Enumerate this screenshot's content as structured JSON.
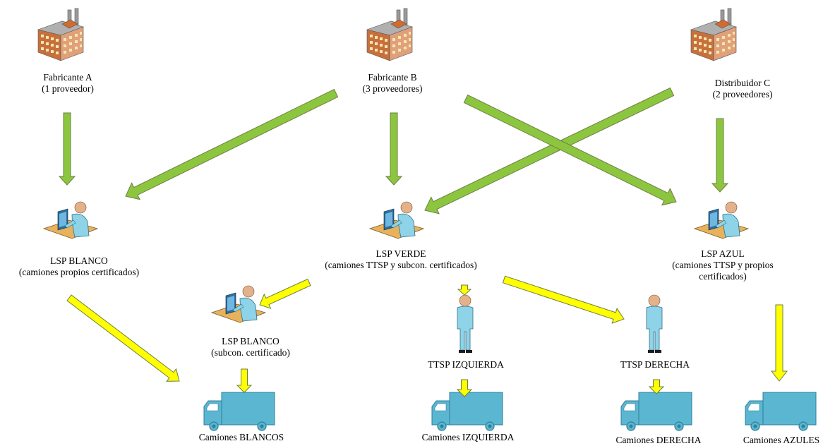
{
  "nodes": {
    "fab_a": {
      "name": "Fabricante A",
      "sub": "(1 proveedor)"
    },
    "fab_b": {
      "name": "Fabricante B",
      "sub": "(3 proveedores)"
    },
    "dist_c": {
      "name": "Distribuidor C",
      "sub": "(2 proveedores)"
    },
    "lsp_blanco": {
      "name": "LSP BLANCO",
      "sub": "(camiones propios certificados)"
    },
    "lsp_verde": {
      "name": "LSP VERDE",
      "sub": "(camiones TTSP y subcon. certificados)"
    },
    "lsp_azul": {
      "name": "LSP AZUL",
      "sub1": "(camiones TTSP y propios",
      "sub2": "certificados)"
    },
    "lsp_blanco_sub": {
      "name": "LSP BLANCO",
      "sub": "(subcon. certificado)"
    },
    "ttsp_izq": {
      "name": "TTSP IZQUIERDA"
    },
    "ttsp_der": {
      "name": "TTSP DERECHA"
    },
    "trucks_blancos": {
      "name": "Camiones BLANCOS"
    },
    "trucks_izq": {
      "name": "Camiones IZQUIERDA"
    },
    "trucks_der": {
      "name": "Camiones DERECHA"
    },
    "trucks_azules": {
      "name": "Camiones AZULES"
    }
  },
  "colors": {
    "green_arrow": "#8cc63f",
    "yellow_arrow": "#ffff00",
    "arrow_outline": "#6d7f45",
    "truck_body": "#5bb6d2",
    "person": "#8fd3e8",
    "factory_brick": "#c8703c"
  }
}
